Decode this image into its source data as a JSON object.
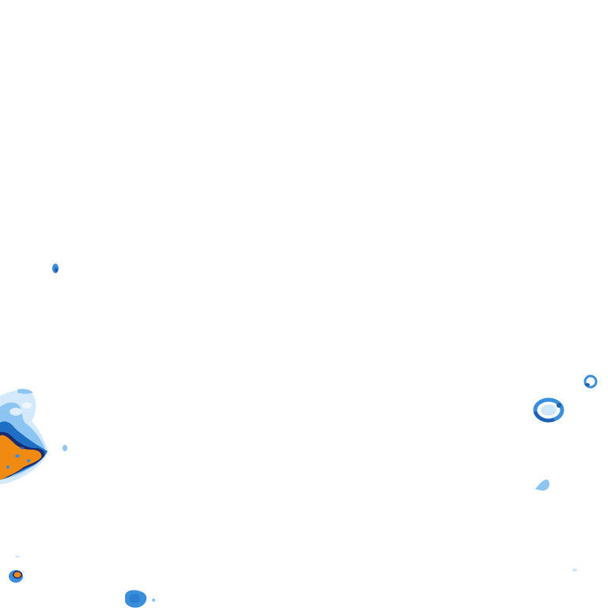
{
  "map": {
    "type": "radar-precipitation-overlay",
    "background": "#ffffff",
    "legend_colors": {
      "very_light": "#cfe7fb",
      "light": "#8cc4f2",
      "moderate": "#3a8fdc",
      "heavy": "#1e6fc4",
      "intense": "#f08a10",
      "intense_edge": "#1a2a6c"
    },
    "echoes": [
      {
        "name": "small-echo",
        "intensity": "moderate"
      },
      {
        "name": "storm-cluster",
        "intensity": "intense"
      },
      {
        "name": "ring-echo",
        "intensity": "moderate"
      },
      {
        "name": "small-ring-echo",
        "intensity": "moderate"
      },
      {
        "name": "faint-echo",
        "intensity": "light"
      },
      {
        "name": "compact-cell",
        "intensity": "intense"
      },
      {
        "name": "blob-echo",
        "intensity": "moderate"
      },
      {
        "name": "speck-echo",
        "intensity": "very_light"
      }
    ]
  }
}
